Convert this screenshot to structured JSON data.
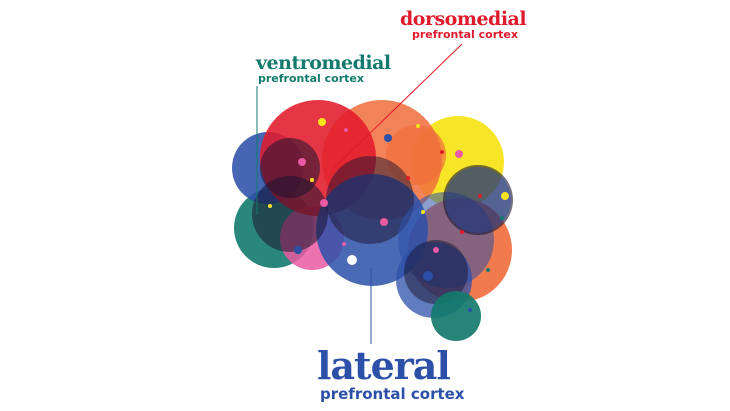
{
  "colors": {
    "red": "#e11a2b",
    "green": "#137a6d",
    "blue": "#2c50a8",
    "orange": "#f06d3c",
    "yellow": "#f7e51c",
    "pink": "#e95aa2",
    "dark": "#1b1430"
  },
  "labels": {
    "dorsomedial": {
      "title": "dorsomedial",
      "subtitle": "prefrontal cortex"
    },
    "ventromedial": {
      "title": "ventromedial",
      "subtitle": "prefrontal cortex"
    },
    "lateral": {
      "title": "lateral",
      "subtitle": "prefrontal cortex"
    }
  }
}
